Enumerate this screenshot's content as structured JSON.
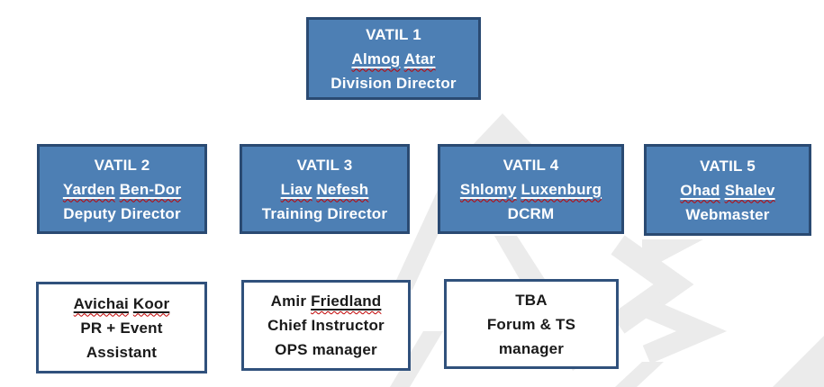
{
  "title": "VATIL division org chart",
  "colors": {
    "background": "#ffffff",
    "blue_box_fill": "#4d7fb4",
    "blue_box_border": "#2a4a72",
    "blue_box_text": "#ffffff",
    "white_box_fill": "#ffffff",
    "white_box_border": "#30517c",
    "white_box_text": "#1a1a1a",
    "misspell_underline": "#c00000",
    "watermark": "#ebebeb"
  },
  "watermark": {
    "name": "vatil-letter-watermark"
  },
  "boxes": [
    {
      "id": "vatil-1",
      "style": "blue",
      "lines": [
        [
          {
            "t": "VATIL 1"
          }
        ],
        [
          {
            "t": "Almog",
            "sq": true
          },
          {
            "t": " "
          },
          {
            "t": "Atar",
            "sq": true
          }
        ],
        [
          {
            "t": "Division Director"
          }
        ]
      ]
    },
    {
      "id": "vatil-2",
      "style": "blue",
      "lines": [
        [
          {
            "t": "VATIL 2"
          }
        ],
        [
          {
            "t": "Yarden",
            "sq": true
          },
          {
            "t": " "
          },
          {
            "t": "Ben-Dor",
            "sq": true
          }
        ],
        [
          {
            "t": "Deputy Director"
          }
        ]
      ]
    },
    {
      "id": "vatil-3",
      "style": "blue",
      "lines": [
        [
          {
            "t": "VATIL 3"
          }
        ],
        [
          {
            "t": "Liav",
            "sq": true
          },
          {
            "t": " "
          },
          {
            "t": "Nefesh",
            "sq": true
          }
        ],
        [
          {
            "t": "Training Director"
          }
        ]
      ]
    },
    {
      "id": "vatil-4",
      "style": "blue",
      "lines": [
        [
          {
            "t": "VATIL 4"
          }
        ],
        [
          {
            "t": "Shlomy",
            "sq": true
          },
          {
            "t": " "
          },
          {
            "t": "Luxenburg",
            "sq": true
          }
        ],
        [
          {
            "t": "DCRM"
          }
        ]
      ]
    },
    {
      "id": "vatil-5",
      "style": "blue",
      "lines": [
        [
          {
            "t": "VATIL 5"
          }
        ],
        [
          {
            "t": "Ohad",
            "sq": true
          },
          {
            "t": " "
          },
          {
            "t": "Shalev",
            "sq": true
          }
        ],
        [
          {
            "t": "Webmaster"
          }
        ]
      ]
    },
    {
      "id": "avichai-koor",
      "style": "white",
      "lines": [
        [
          {
            "t": "Avichai",
            "sq": true
          },
          {
            "t": " "
          },
          {
            "t": "Koor",
            "sq": true
          }
        ],
        [
          {
            "t": "PR + Event"
          }
        ],
        [
          {
            "t": "Assistant"
          }
        ]
      ]
    },
    {
      "id": "amir-friedland",
      "style": "white",
      "lines": [
        [
          {
            "t": "Amir "
          },
          {
            "t": "Friedland",
            "sq": true
          }
        ],
        [
          {
            "t": "Chief Instructor"
          }
        ],
        [
          {
            "t": "OPS manager"
          }
        ]
      ]
    },
    {
      "id": "tba-forum-ts",
      "style": "white",
      "lines": [
        [
          {
            "t": "TBA"
          }
        ],
        [
          {
            "t": "Forum & TS"
          }
        ],
        [
          {
            "t": "manager"
          }
        ]
      ]
    }
  ]
}
